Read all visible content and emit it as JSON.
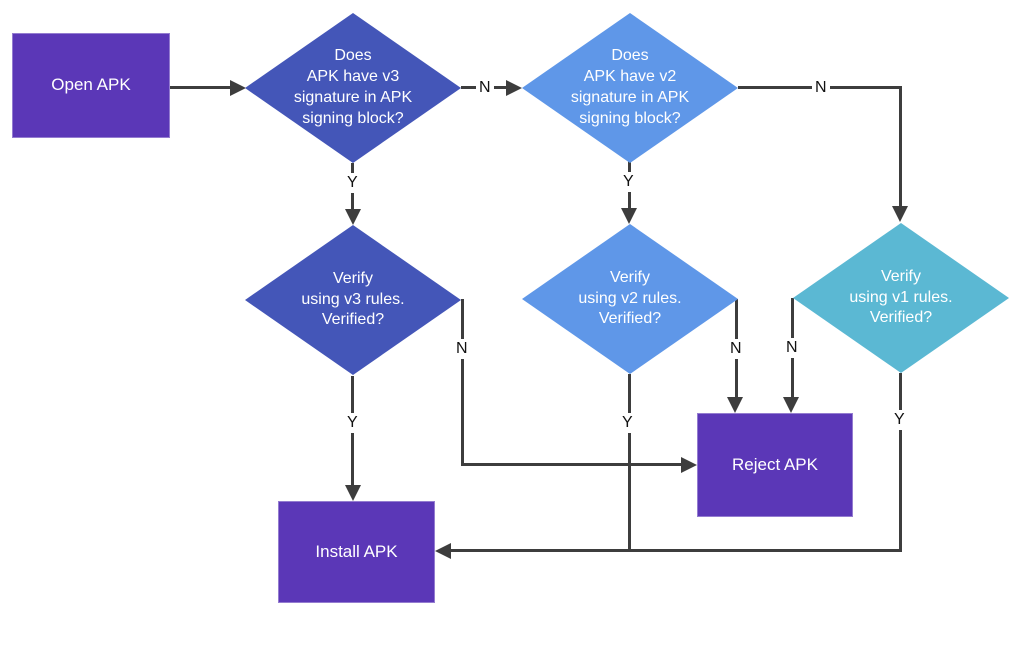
{
  "nodes": {
    "open": {
      "label": "Open APK"
    },
    "has_v3": {
      "label": "Does\nAPK have v3\nsignature in APK\nsigning block?"
    },
    "has_v2": {
      "label": "Does\nAPK have v2\nsignature in APK\nsigning block?"
    },
    "verify_v3": {
      "label": "Verify\nusing v3 rules.\nVerified?"
    },
    "verify_v2": {
      "label": "Verify\nusing v2 rules.\nVerified?"
    },
    "verify_v1": {
      "label": "Verify\nusing v1 rules.\nVerified?"
    },
    "reject": {
      "label": "Reject APK"
    },
    "install": {
      "label": "Install APK"
    }
  },
  "edge_labels": {
    "has_v3_yes": "Y",
    "has_v3_no": "N",
    "has_v2_yes": "Y",
    "has_v2_no": "N",
    "verify_v3_yes": "Y",
    "verify_v3_no": "N",
    "verify_v2_yes": "Y",
    "verify_v2_no": "N",
    "verify_v1_yes": "Y",
    "verify_v1_no": "N"
  },
  "colors": {
    "process_fill": "#5b37b7",
    "v3_fill": "#4456b8",
    "v2_fill": "#5f97e8",
    "v1_fill": "#5bb8d3",
    "arrow": "#3d3d3d",
    "node_text": "#ffffff",
    "edge_label_text": "#111111",
    "background": "#ffffff"
  }
}
